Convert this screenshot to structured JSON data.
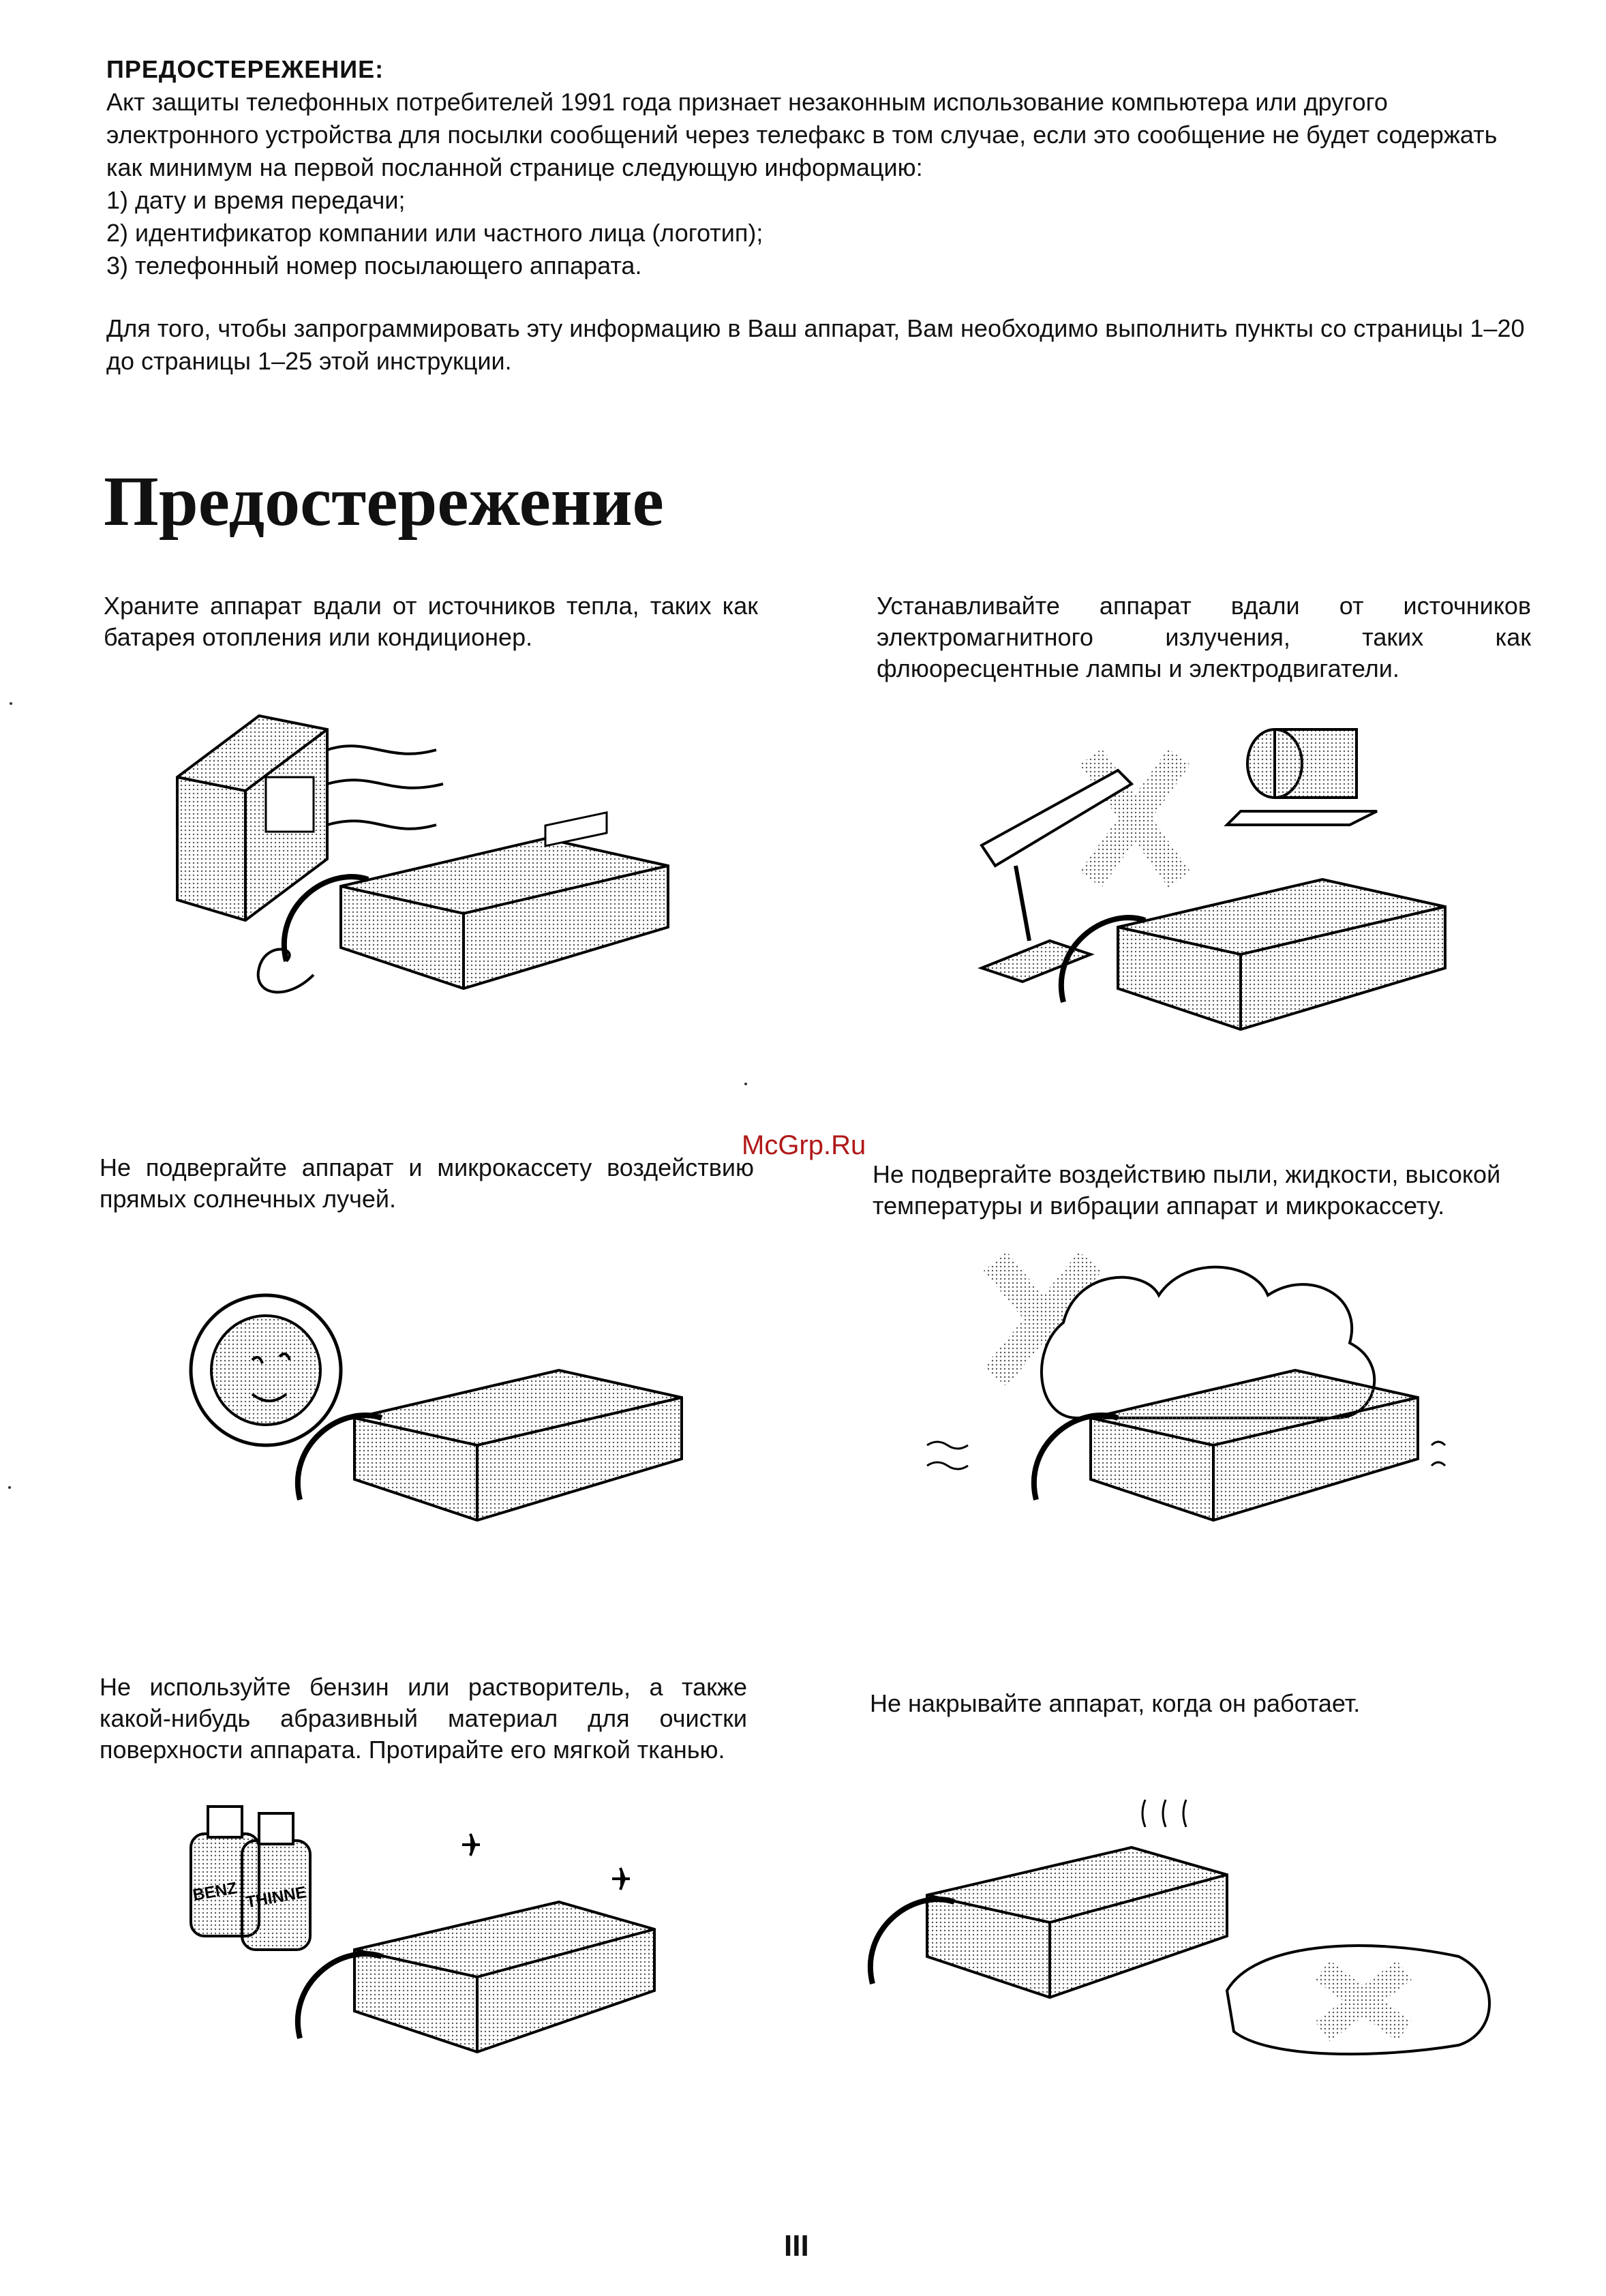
{
  "notice": {
    "heading": "ПРЕДОСТЕРЕЖЕНИЕ:",
    "body": "Акт защиты телефонных потребителей 1991 года признает незаконным использование компьютера или другого электронного устройства для посылки сообщений через телефакс в том случае, если это сообщение не будет содержать как минимум на первой посланной странице следующую информацию:",
    "items": [
      "1) дату и время передачи;",
      "2) идентификатор компании или частного лица (логотип);",
      "3) телефонный номер посылающего аппарата."
    ],
    "programming": "Для того, чтобы запрограммировать эту информацию в Ваш аппарат, Вам необходимо выполнить пункты со страницы 1–20 до страницы 1–25 этой инструкции."
  },
  "section": {
    "title": "Предостережение"
  },
  "cautions": [
    {
      "text": "Храните аппарат вдали от источников тепла, таких как батарея отопления или кондиционер.",
      "illustration": "fax-near-heater"
    },
    {
      "text": "Устанавливайте аппарат вдали от источников электромагнитного излучения, таких как флюоресцентные лампы и электродвигатели.",
      "illustration": "fax-near-lamp-and-motor"
    },
    {
      "text": "Не подвергайте аппарат и микрокассету воздействию прямых солнечных лучей.",
      "illustration": "fax-in-sunlight"
    },
    {
      "text": "Не подвергайте воздействию пыли, жидкости, высокой температуры и вибрации аппарат и микрокассету.",
      "illustration": "fax-dust-vibration"
    },
    {
      "text": "Не используйте бензин или растворитель, а также какой-нибудь абразивный материал для очистки поверхности аппарата. Протирайте его мягкой тканью.",
      "illustration": "fax-with-solvents",
      "bottle_labels": [
        "BENZ",
        "THINNE"
      ]
    },
    {
      "text": "Не накрывайте аппарат, когда он работает.",
      "illustration": "fax-covered-cloth"
    }
  ],
  "watermark": "McGrp.Ru",
  "page_number": "III"
}
